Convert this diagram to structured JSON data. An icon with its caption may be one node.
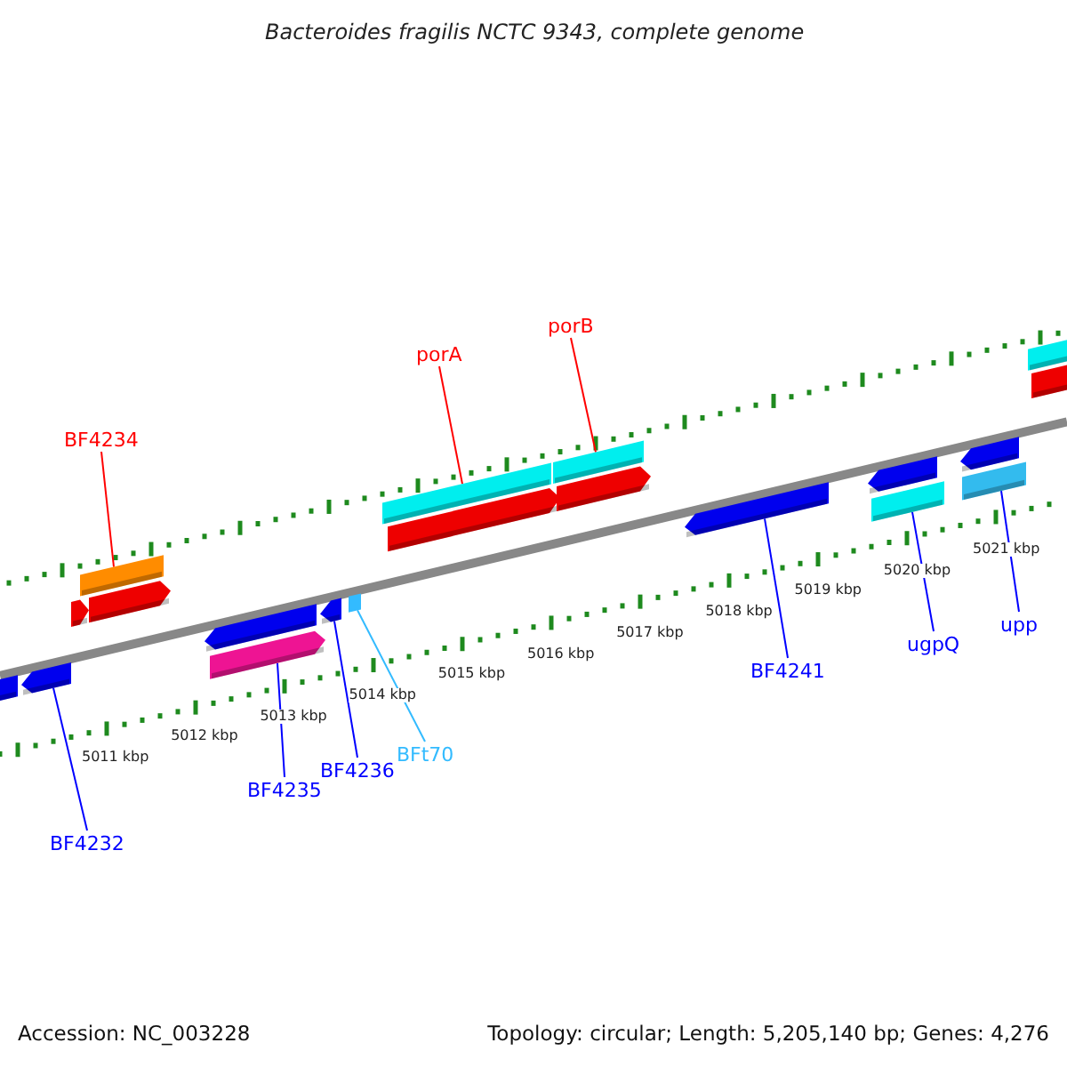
{
  "diagram": {
    "title": "Bacteroides fragilis NCTC 9343, complete genome",
    "nodes": [
      {
        "text": [
          "BF4234"
        ]
      },
      {
        "text": [],
        "shape": "bar"
      },
      {
        "text": [
          "porA"
        ]
      },
      {
        "text": [],
        "shape": "bar"
      },
      {
        "text": [
          "porB"
        ]
      },
      {
        "text": [],
        "shape": "bar"
      },
      {
        "text": [
          "BF4232"
        ]
      },
      {
        "text": [],
        "shape": "bar"
      },
      {
        "text": [
          "BF4235"
        ]
      },
      {
        "text": [],
        "shape": "bar"
      },
      {
        "text": [
          "BF4236"
        ]
      },
      {
        "text": [],
        "shape": "bar"
      },
      {
        "text": [
          "BFt70"
        ]
      },
      {
        "text": [],
        "shape": "bar"
      },
      {
        "text": [
          "BF4241"
        ]
      },
      {
        "text": [],
        "shape": "bar"
      },
      {
        "text": [
          "ugpQ"
        ]
      },
      {
        "text": [],
        "shape": "bar"
      },
      {
        "text": [
          "upp"
        ]
      },
      {
        "text": [],
        "shape": "bar"
      }
    ],
    "edges": [
      {
        "from": 0,
        "to": 1,
        "arrow": "none",
        "color": "#ff0000"
      },
      {
        "from": 2,
        "to": 3,
        "arrow": "none",
        "color": "#ff0000"
      },
      {
        "from": 4,
        "to": 5,
        "arrow": "none",
        "color": "#ff0000"
      },
      {
        "from": 6,
        "to": 7,
        "arrow": "none"
      },
      {
        "from": 8,
        "to": 9,
        "arrow": "none"
      },
      {
        "from": 10,
        "to": 11,
        "arrow": "none"
      },
      {
        "from": 12,
        "to": 13,
        "arrow": "none",
        "color": "#33bbff"
      },
      {
        "from": 14,
        "to": 15,
        "arrow": "none"
      },
      {
        "from": 16,
        "to": 17,
        "arrow": "none"
      },
      {
        "from": 18,
        "to": 19,
        "arrow": "none"
      }
    ],
    "labels": [
      "5011 kbp",
      "5012 kbp",
      "5013 kbp",
      "5014 kbp",
      "5015 kbp",
      "5016 kbp",
      "5017 kbp",
      "5018 kbp",
      "5019 kbp",
      "5020 kbp",
      "5021 kbp",
      "Accession: NC_003228",
      "Topology: circular; Length: 5,205,140 bp; Genes: 4,276"
    ]
  }
}
